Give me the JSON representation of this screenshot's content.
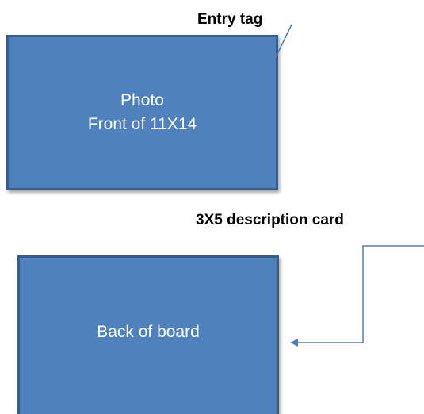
{
  "photo_box": {
    "line1": "Photo",
    "line2": "Front of 11X14"
  },
  "back_box": {
    "label": "Back of board"
  },
  "labels": {
    "entry_tag": "Entry tag",
    "description_card": "3X5 description card"
  },
  "colors": {
    "box_fill": "#4f81bd",
    "box_border": "#385d8a",
    "connector": "#4a7ebb"
  }
}
